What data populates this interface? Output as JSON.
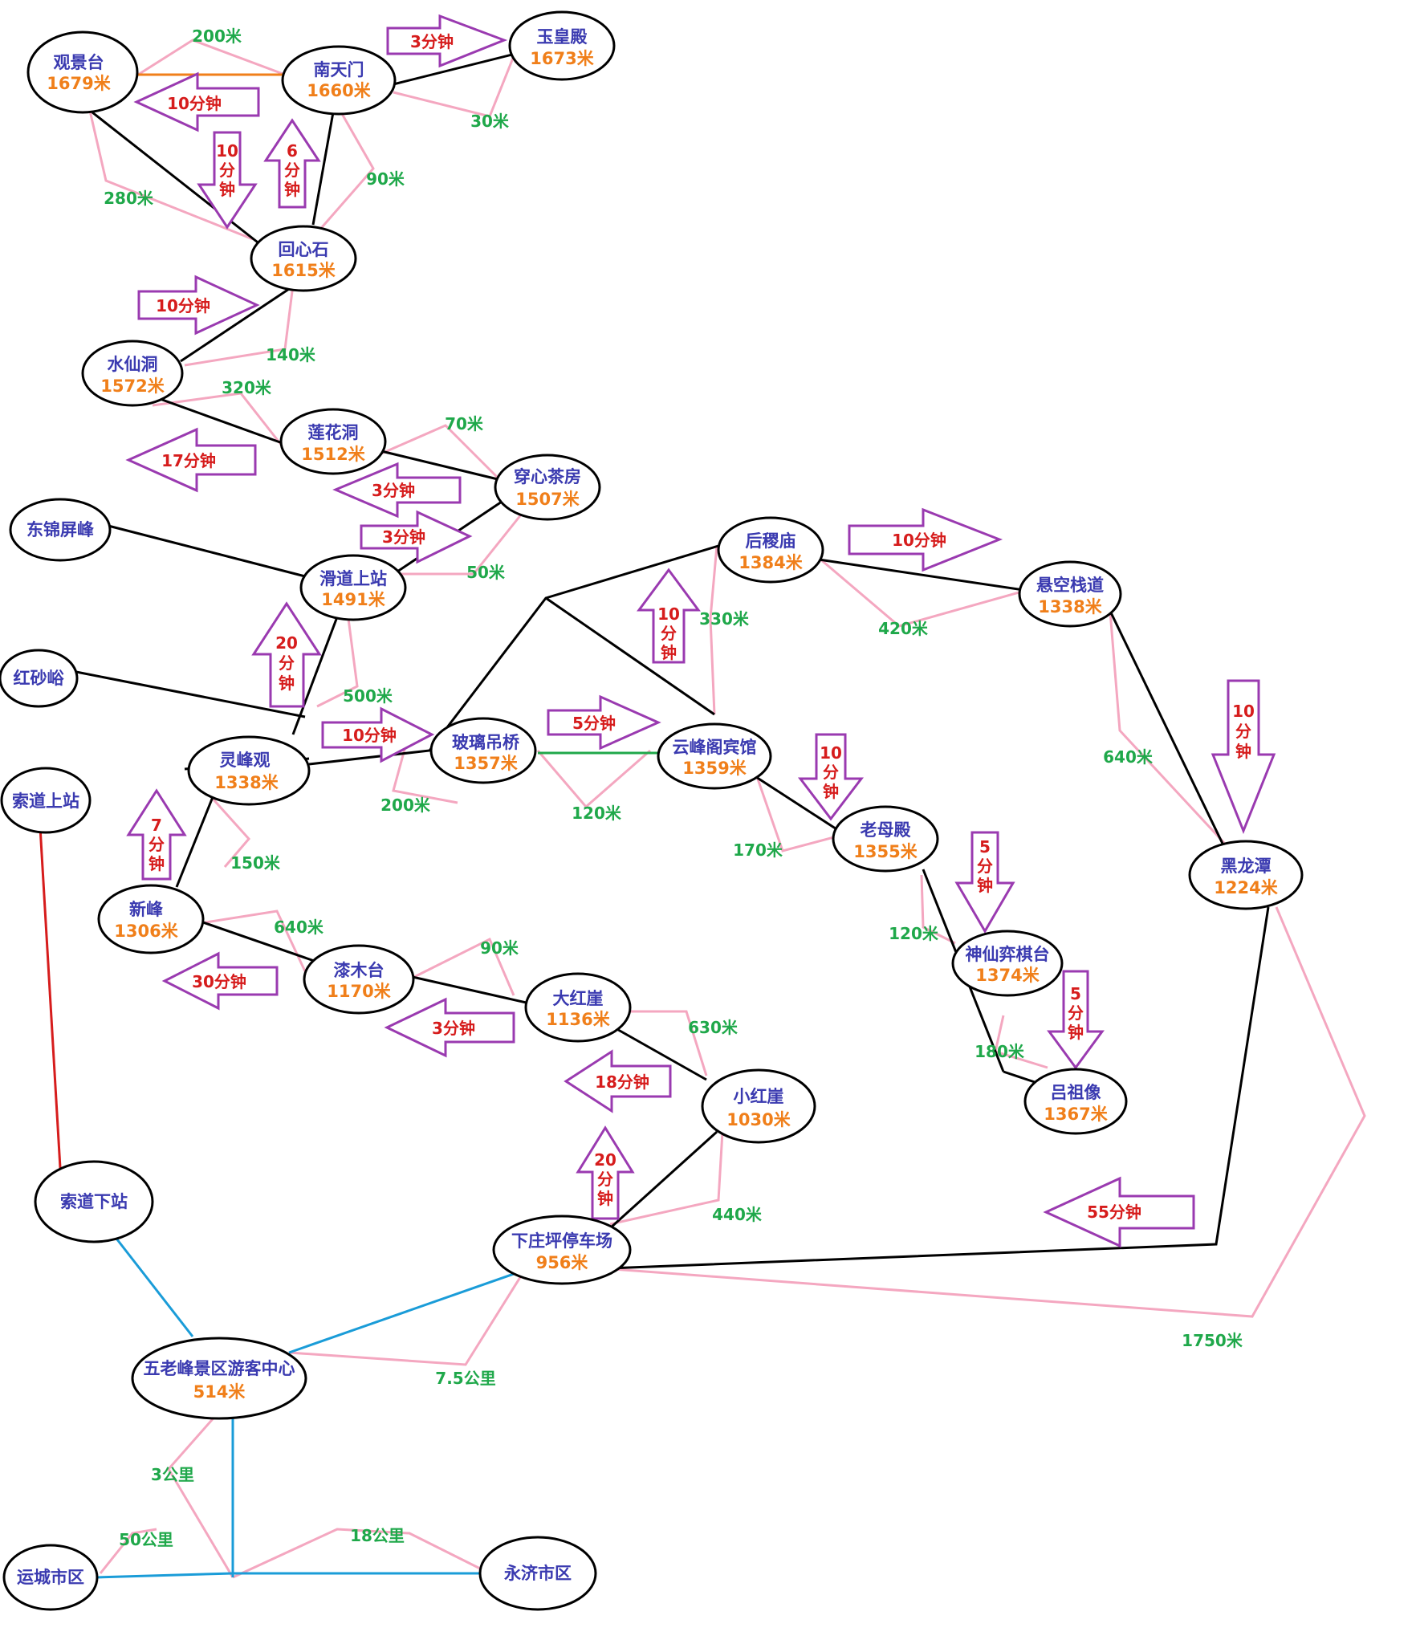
{
  "nodes": {
    "guanjingtai": {
      "name": "观景台",
      "elev": "1679米"
    },
    "nantianmen": {
      "name": "南天门",
      "elev": "1660米"
    },
    "yuhuangdian": {
      "name": "玉皇殿",
      "elev": "1673米"
    },
    "huixinshi": {
      "name": "回心石",
      "elev": "1615米"
    },
    "shuixiandong": {
      "name": "水仙洞",
      "elev": "1572米"
    },
    "lianhuadong": {
      "name": "莲花洞",
      "elev": "1512米"
    },
    "chuanxinchafang": {
      "name": "穿心茶房",
      "elev": "1507米"
    },
    "dongjinpingfeng": {
      "name": "东锦屏峰"
    },
    "huadaoshangzhan": {
      "name": "滑道上站",
      "elev": "1491米"
    },
    "hongshayu": {
      "name": "红砂峪"
    },
    "houjimiao": {
      "name": "后稷庙",
      "elev": "1384米"
    },
    "xuankongzhandao": {
      "name": "悬空栈道",
      "elev": "1338米"
    },
    "suodaoshangzhan": {
      "name": "索道上站"
    },
    "lingfengguan": {
      "name": "灵峰观",
      "elev": "1338米"
    },
    "bolidiaoqiao": {
      "name": "玻璃吊桥",
      "elev": "1357米"
    },
    "yunfengge": {
      "name": "云峰阁宾馆",
      "elev": "1359米"
    },
    "laomudian": {
      "name": "老母殿",
      "elev": "1355米"
    },
    "heilongtan": {
      "name": "黑龙潭",
      "elev": "1224米"
    },
    "xinfeng": {
      "name": "新峰",
      "elev": "1306米"
    },
    "shenxian": {
      "name": "神仙弈棋台",
      "elev": "1374米"
    },
    "qimutai": {
      "name": "漆木台",
      "elev": "1170米"
    },
    "dahongya": {
      "name": "大红崖",
      "elev": "1136米"
    },
    "lvzuxiang": {
      "name": "吕祖像",
      "elev": "1367米"
    },
    "xiaohongya": {
      "name": "小红崖",
      "elev": "1030米"
    },
    "suodaoxiazhan": {
      "name": "索道下站"
    },
    "xiazhuangping": {
      "name": "下庄坪停车场",
      "elev": "956米"
    },
    "youkezhongxin": {
      "name": "五老峰景区游客中心",
      "elev": "514米"
    },
    "yuncheng": {
      "name": "运城市区"
    },
    "yongji": {
      "name": "永济市区"
    }
  },
  "distances": {
    "d200a": "200米",
    "d30": "30米",
    "d280": "280米",
    "d90a": "90米",
    "d140": "140米",
    "d320": "320米",
    "d70": "70米",
    "d50": "50米",
    "d330": "330米",
    "d420": "420米",
    "d500": "500米",
    "d200b": "200米",
    "d120a": "120米",
    "d640a": "640米",
    "d170": "170米",
    "d150": "150米",
    "d640b": "640米",
    "d120b": "120米",
    "d90b": "90米",
    "d630": "630米",
    "d180": "180米",
    "d440": "440米",
    "d1750": "1750米",
    "d75": "7.5公里",
    "d3": "3公里",
    "d50k": "50公里",
    "d18": "18公里"
  },
  "times": {
    "t3a": "3分钟",
    "t10a": "10分钟",
    "t10v": [
      "10",
      "分",
      "钟"
    ],
    "t6v": [
      "6",
      "分",
      "钟"
    ],
    "t10b": "10分钟",
    "t17": "17分钟",
    "t3b": "3分钟",
    "t3c": "3分钟",
    "t20v": [
      "20",
      "分",
      "钟"
    ],
    "t10c": "10分钟",
    "t5": "5分钟",
    "t10d": "10分钟",
    "t10e": [
      "10",
      "分",
      "钟"
    ],
    "t10f": [
      "10",
      "分",
      "钟"
    ],
    "t10g": [
      "10",
      "分",
      "钟"
    ],
    "t7v": [
      "7",
      "分",
      "钟"
    ],
    "t5v": [
      "5",
      "分",
      "钟"
    ],
    "t5w": [
      "5",
      "分",
      "钟"
    ],
    "t30": "30分钟",
    "t3d": "3分钟",
    "t18": "18分钟",
    "t20w": [
      "20",
      "分",
      "钟"
    ],
    "t55": "55分钟"
  },
  "colors": {
    "trail": "#000000",
    "distance_leader": "#f4a7c0",
    "cable": "#d61c1c",
    "road": "#1a9cd8",
    "bridge": "#1fa84a",
    "short_link": "#f07f1a",
    "arrow": "#9a3ab0",
    "name_text": "#3a3ab0",
    "elev_text": "#f07f1a",
    "dist_text": "#1fa84a",
    "time_text": "#d61c1c"
  }
}
